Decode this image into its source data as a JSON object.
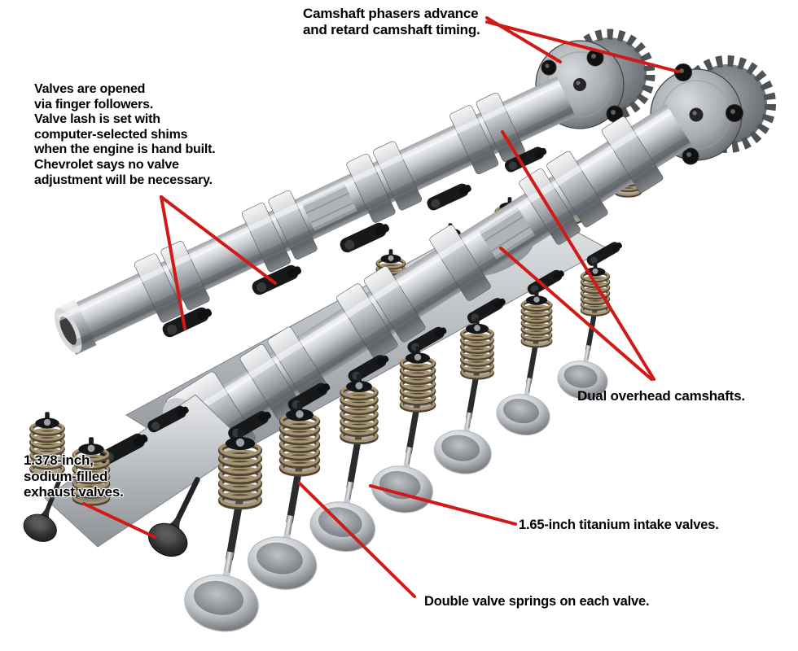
{
  "labels": {
    "camshaft_phasers": "Camshaft phasers advance\nand retard camshaft timing.",
    "finger_followers": "Valves are opened\nvia finger followers.\nValve lash is set with\ncomputer-selected shims\nwhen the engine is hand built.\nChevrolet says no valve\nadjustment will be necessary.",
    "dual_overhead_camshafts": "Dual overhead camshafts.",
    "exhaust_valves": "1.378-inch,\nsodium-filled\nexhaust valves.",
    "intake_valves": "1.65-inch titanium intake valves.",
    "valve_springs": "Double valve springs on each valve."
  },
  "colors": {
    "leader_red": "#d11a18",
    "text": "#000000",
    "background": "#ffffff"
  }
}
